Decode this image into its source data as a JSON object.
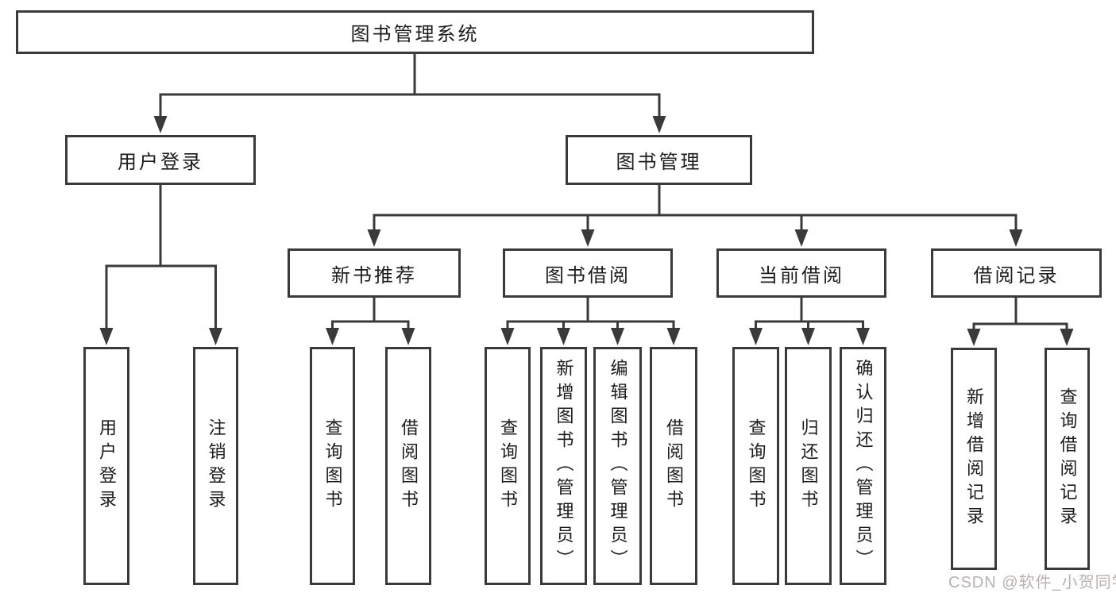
{
  "diagram_title": "图书管理系统",
  "nodes": {
    "root": "图书管理系统",
    "user_login": "用户登录",
    "book_management": "图书管理",
    "new_book_recommend": "新书推荐",
    "book_borrowing": "图书借阅",
    "current_borrowing": "当前借阅",
    "borrowing_records": "借阅记录",
    "user_login_leaf": "用户登录",
    "logout_leaf": "注销登录",
    "query_books_recommend": "查询图书",
    "borrow_books_recommend": "借阅图书",
    "query_books_borrowing": "查询图书",
    "add_books_admin": "新增图书（管理员）",
    "edit_books_admin": "编辑图书（管理员）",
    "borrow_books_borrowing": "借阅图书",
    "query_books_current": "查询图书",
    "return_books": "归还图书",
    "confirm_return_admin": "确认归还（管理员）",
    "add_borrow_record": "新增借阅记录",
    "query_borrow_record": "查询借阅记录"
  },
  "hierarchy": {
    "图书管理系统": {
      "用户登录": [
        "用户登录",
        "注销登录"
      ],
      "图书管理": {
        "新书推荐": [
          "查询图书",
          "借阅图书"
        ],
        "图书借阅": [
          "查询图书",
          "新增图书（管理员）",
          "编辑图书（管理员）",
          "借阅图书"
        ],
        "当前借阅": [
          "查询图书",
          "归还图书",
          "确认归还（管理员）"
        ],
        "借阅记录": [
          "新增借阅记录",
          "查询借阅记录"
        ]
      }
    }
  },
  "watermark": "CSDN @软件_小贺同学",
  "colors": {
    "line": "#3a3a3a",
    "box_border": "#3a3a3a",
    "text": "#1c1c1c",
    "watermark": "#b8b1b1",
    "background": "#ffffff"
  }
}
